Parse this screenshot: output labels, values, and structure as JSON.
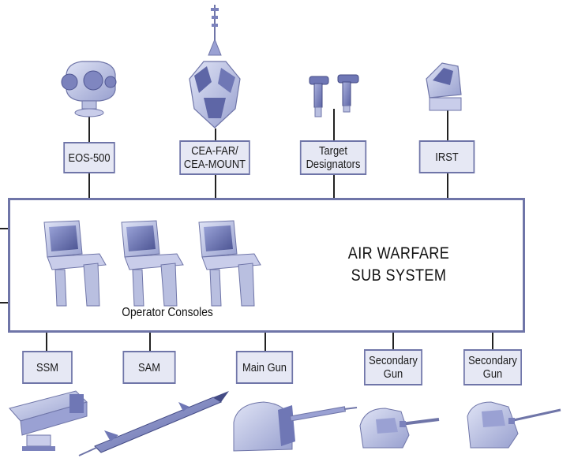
{
  "system": {
    "title_line1": "AIR WARFARE",
    "title_line2": "SUB SYSTEM",
    "consoles_label": "Operator Consoles"
  },
  "sensors": [
    {
      "label_line1": "EOS-500",
      "label_line2": ""
    },
    {
      "label_line1": "CEA-FAR/",
      "label_line2": "CEA-MOUNT"
    },
    {
      "label_line1": "Target",
      "label_line2": "Designators"
    },
    {
      "label_line1": "IRST",
      "label_line2": ""
    }
  ],
  "weapons": [
    {
      "label_line1": "SSM",
      "label_line2": ""
    },
    {
      "label_line1": "SAM",
      "label_line2": ""
    },
    {
      "label_line1": "Main Gun",
      "label_line2": ""
    },
    {
      "label_line1": "Secondary",
      "label_line2": "Gun"
    },
    {
      "label_line1": "Secondary",
      "label_line2": "Gun"
    }
  ],
  "colors": {
    "accent": "#6f75a8",
    "box_fill": "#e6e8f4",
    "equipment": "#b9bfe0",
    "equipment_dark": "#6f77b5"
  }
}
